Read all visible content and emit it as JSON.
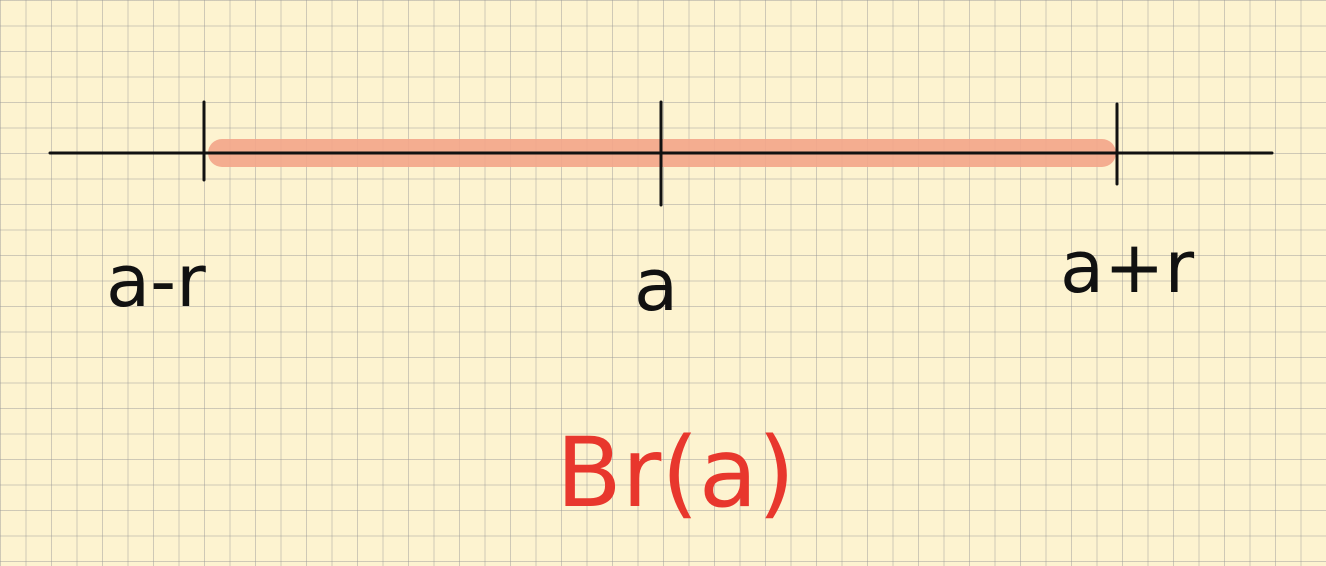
{
  "diagram": {
    "labels": {
      "left": "a-r",
      "center": "a",
      "right": "a+r"
    },
    "caption": "Br(a)",
    "colors": {
      "background": "#fdf3d0",
      "grid": "#969696",
      "line": "#111111",
      "highlight": "#f4a68a",
      "caption": "#e8372d"
    }
  }
}
